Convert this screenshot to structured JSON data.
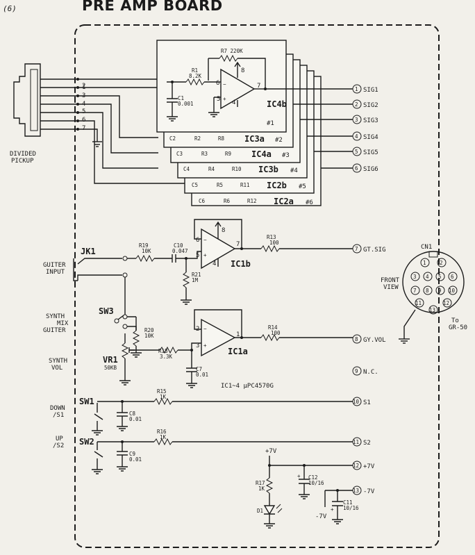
{
  "page_number": "(6)",
  "title": "PRE AMP BOARD",
  "pickup": {
    "label1": "DIVIDED",
    "label2": "PICKUP",
    "pins": [
      "1",
      "2",
      "3",
      "4",
      "5",
      "6",
      "7"
    ]
  },
  "ic_stack": {
    "r7": "R7 220K",
    "r1": "R1",
    "r1_value": "8.2K",
    "c1": "C1",
    "c1_value": "0.001",
    "ic_main": "IC4b",
    "ch1": "#1",
    "rows": [
      {
        "c": "C2",
        "r1": "R2",
        "r2": "R8",
        "ic": "IC3a",
        "num": "#2"
      },
      {
        "c": "C3",
        "r1": "R3",
        "r2": "R9",
        "ic": "IC4a",
        "num": "#3"
      },
      {
        "c": "C4",
        "r1": "R4",
        "r2": "R10",
        "ic": "IC3b",
        "num": "#4"
      },
      {
        "c": "C5",
        "r1": "R5",
        "r2": "R11",
        "ic": "IC2b",
        "num": "#5"
      },
      {
        "c": "C6",
        "r1": "R6",
        "r2": "R12",
        "ic": "IC2a",
        "num": "#6"
      }
    ]
  },
  "connector": {
    "pins": [
      {
        "n": "1",
        "label": "SIG1"
      },
      {
        "n": "2",
        "label": "SIG2"
      },
      {
        "n": "3",
        "label": "SIG3"
      },
      {
        "n": "4",
        "label": "SIG4"
      },
      {
        "n": "5",
        "label": "SIG5"
      },
      {
        "n": "6",
        "label": "SIG6"
      },
      {
        "n": "7",
        "label": "GT.SIG"
      },
      {
        "n": "8",
        "label": "GY.VOL"
      },
      {
        "n": "9",
        "label": "N.C."
      },
      {
        "n": "10",
        "label": "S1"
      },
      {
        "n": "11",
        "label": "S2"
      },
      {
        "n": "12",
        "label": "+7V"
      },
      {
        "n": "13",
        "label": "-7V"
      }
    ],
    "cn1": "CN1",
    "front1": "FRONT",
    "front2": "VIEW",
    "to1": "To",
    "to2": "GR-50",
    "face_pins": [
      "1",
      "2",
      "3",
      "4",
      "5",
      "6",
      "7",
      "8",
      "9",
      "10",
      "11",
      "12",
      "13"
    ]
  },
  "input": {
    "jk1": "JK1",
    "guiter1": "GUITER",
    "guiter2": "INPUT",
    "r19": "R19",
    "r19v": "10K",
    "c10": "C10",
    "c10v": "0.047",
    "r13": "R13",
    "r13v": "100",
    "r21": "R21",
    "r21v": "1M",
    "ic1b": "IC1b"
  },
  "mix": {
    "sw3": "SW3",
    "synth": "SYNTH",
    "mix": "MIX",
    "guiter": "GUITER",
    "r20": "R20",
    "r20v": "10K",
    "vr1": "VR1",
    "vr1v": "50KB",
    "synth_vol1": "SYNTH",
    "synth_vol2": "VOL",
    "r18": "R18",
    "r18v": "3.3K",
    "c7": "C7",
    "c7v": "0.01",
    "r14": "R14",
    "r14v": "100",
    "ic1a": "IC1a",
    "ic_note": "IC1~4   μPC4570G"
  },
  "switches": {
    "sw1": "SW1",
    "down1": "DOWN",
    "down2": "/S1",
    "r15": "R15",
    "r15v": "1K",
    "c8": "C8",
    "c8v": "0.01",
    "sw2": "SW2",
    "up1": "UP",
    "up2": "/S2",
    "r16": "R16",
    "r16v": "1K",
    "c9": "C9",
    "c9v": "0.01"
  },
  "power": {
    "plus7": "+7V",
    "minus7": "-7V",
    "r17": "R17",
    "r17v": "1K",
    "d1": "D1",
    "c12": "C12",
    "c12v": "10/16",
    "c11": "C11",
    "c11v": "10/16"
  }
}
